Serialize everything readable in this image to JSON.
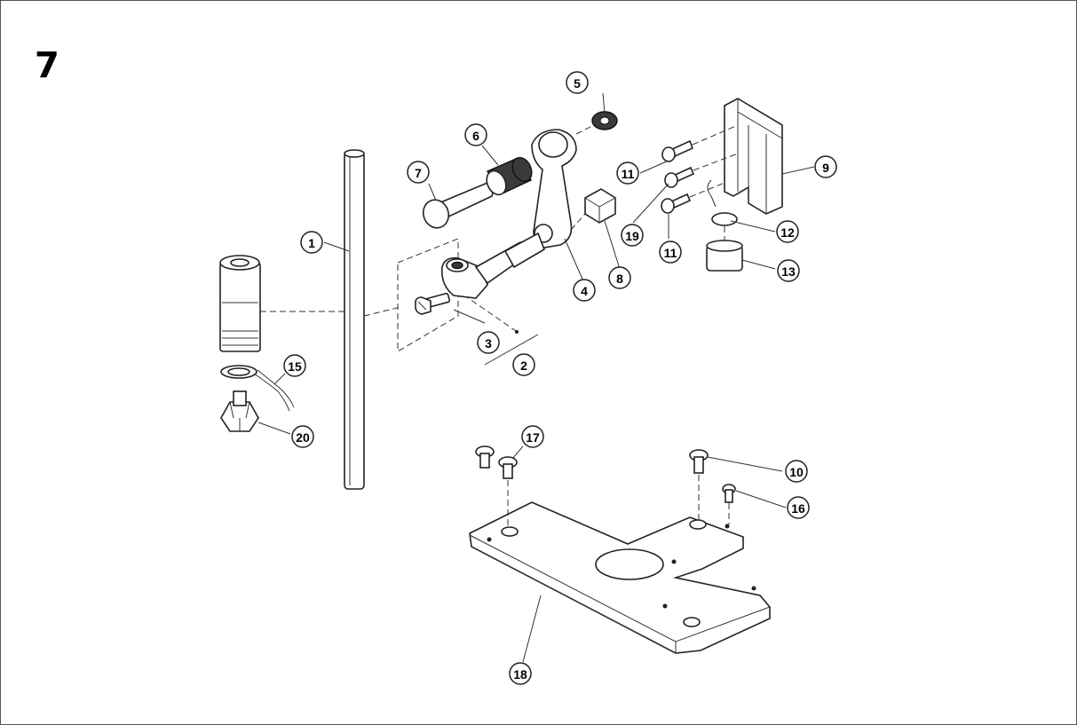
{
  "figure_number": "7",
  "colors": {
    "line": "#222222",
    "background": "#ffffff",
    "frame": "#555555"
  },
  "callouts": [
    {
      "id": "1",
      "label": "1"
    },
    {
      "id": "2",
      "label": "2"
    },
    {
      "id": "3",
      "label": "3"
    },
    {
      "id": "4",
      "label": "4"
    },
    {
      "id": "5",
      "label": "5"
    },
    {
      "id": "6",
      "label": "6"
    },
    {
      "id": "7",
      "label": "7"
    },
    {
      "id": "8",
      "label": "8"
    },
    {
      "id": "9",
      "label": "9"
    },
    {
      "id": "10",
      "label": "10"
    },
    {
      "id": "11a",
      "label": "11"
    },
    {
      "id": "11b",
      "label": "11"
    },
    {
      "id": "12",
      "label": "12"
    },
    {
      "id": "13",
      "label": "13"
    },
    {
      "id": "15",
      "label": "15"
    },
    {
      "id": "16",
      "label": "16"
    },
    {
      "id": "17",
      "label": "17"
    },
    {
      "id": "18",
      "label": "18"
    },
    {
      "id": "19",
      "label": "19"
    },
    {
      "id": "20",
      "label": "20"
    }
  ]
}
